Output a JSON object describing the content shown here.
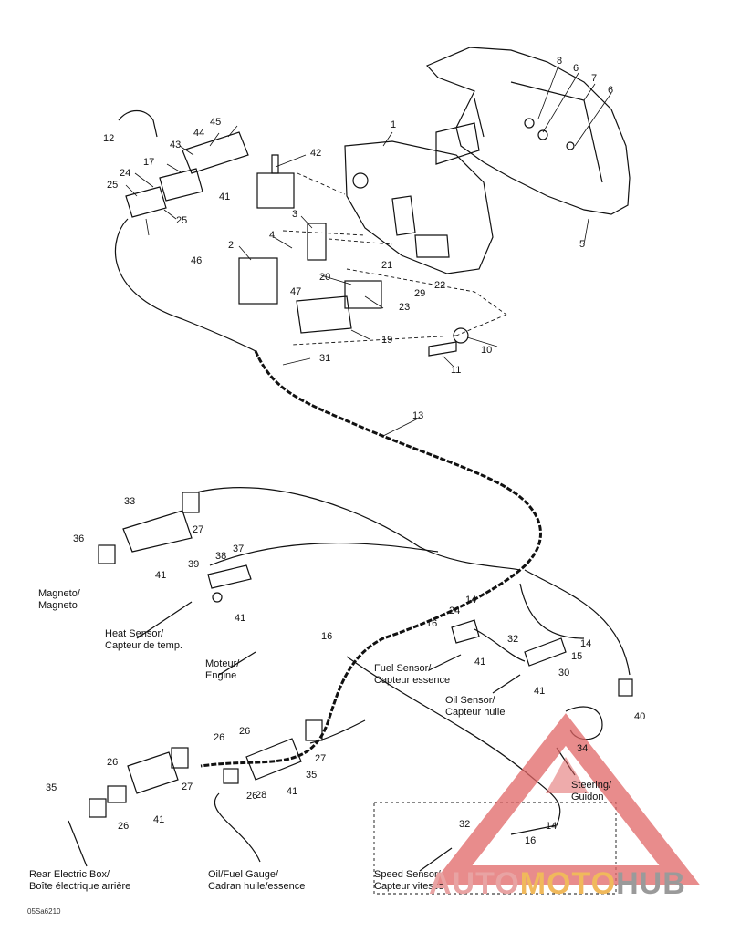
{
  "part_numbers": [
    "1",
    "5",
    "6",
    "6",
    "7",
    "8",
    "10",
    "11",
    "12",
    "13",
    "14",
    "14",
    "14",
    "15",
    "16",
    "16",
    "16",
    "17",
    "19",
    "20",
    "21",
    "22",
    "23",
    "24",
    "24",
    "25",
    "25",
    "26",
    "26",
    "26",
    "26",
    "26",
    "27",
    "27",
    "27",
    "28",
    "29",
    "30",
    "31",
    "32",
    "32",
    "33",
    "34",
    "35",
    "35",
    "36",
    "37",
    "38",
    "39",
    "40",
    "41",
    "41",
    "41",
    "41",
    "41",
    "41",
    "41",
    "42",
    "43",
    "44",
    "45",
    "46",
    "47",
    "2",
    "3",
    "4"
  ],
  "callouts": {
    "magneto": [
      "Magneto/",
      "Magneto"
    ],
    "heat_sensor": [
      "Heat Sensor/",
      "Capteur de temp."
    ],
    "engine": [
      "Moteur/",
      "Engine"
    ],
    "fuel_sensor": [
      "Fuel Sensor/",
      "Capteur essence"
    ],
    "oil_sensor": [
      "Oil Sensor/",
      "Capteur huile"
    ],
    "steering": [
      "Steering/",
      "Guidon"
    ],
    "rear_box": [
      "Rear Electric Box/",
      "Boîte électrique arrière"
    ],
    "gauge": [
      "Oil/Fuel Gauge/",
      "Cadran huile/essence"
    ],
    "speed_sensor": [
      "Speed Sensor/",
      "Capteur vitesse"
    ]
  },
  "figure_ref": "05Sa6210",
  "watermark": {
    "a": "AUTO",
    "b": "MOTO",
    "c": "HUB"
  },
  "colors": {
    "line": "#111111",
    "watermark_red": "#e06666",
    "watermark_orange": "#f0a030",
    "watermark_gray": "#8a8a8a"
  }
}
